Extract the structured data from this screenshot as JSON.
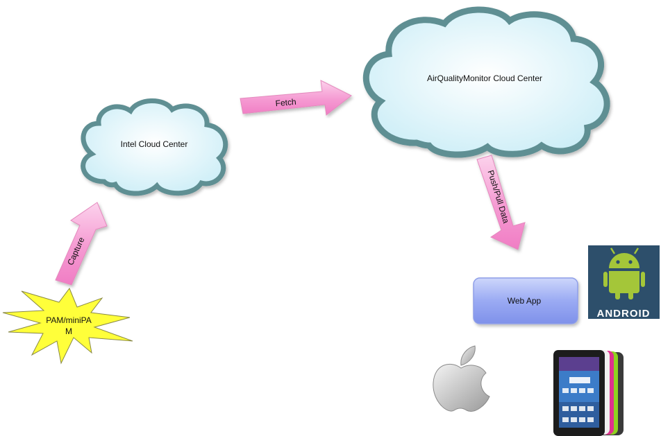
{
  "nodes": {
    "intel_cloud": {
      "label": "Intel Cloud Center"
    },
    "aqm_cloud": {
      "label": "AirQualityMonitor Cloud Center"
    },
    "web_app": {
      "label": "Web App"
    },
    "pam_device": {
      "label_line1": "PAM/miniPA",
      "label_line2": "M"
    }
  },
  "arrows": {
    "capture": {
      "label": "Capture"
    },
    "fetch": {
      "label": "Fetch"
    },
    "push_pull": {
      "label": "Push/Pull Data"
    }
  },
  "logos": {
    "android": {
      "wordmark": "ANDROID"
    }
  },
  "colors": {
    "cloud_fill": "#dff4fa",
    "cloud_stroke": "#5e8f93",
    "arrow_fill": "#f59ad2",
    "web_app_fill": "#9aaaf3",
    "star_fill": "#ffff3a",
    "android_bg": "#2d4f6b",
    "android_green": "#a4c639"
  },
  "icons": [
    "android-logo",
    "apple-logo",
    "tablet-devices"
  ]
}
